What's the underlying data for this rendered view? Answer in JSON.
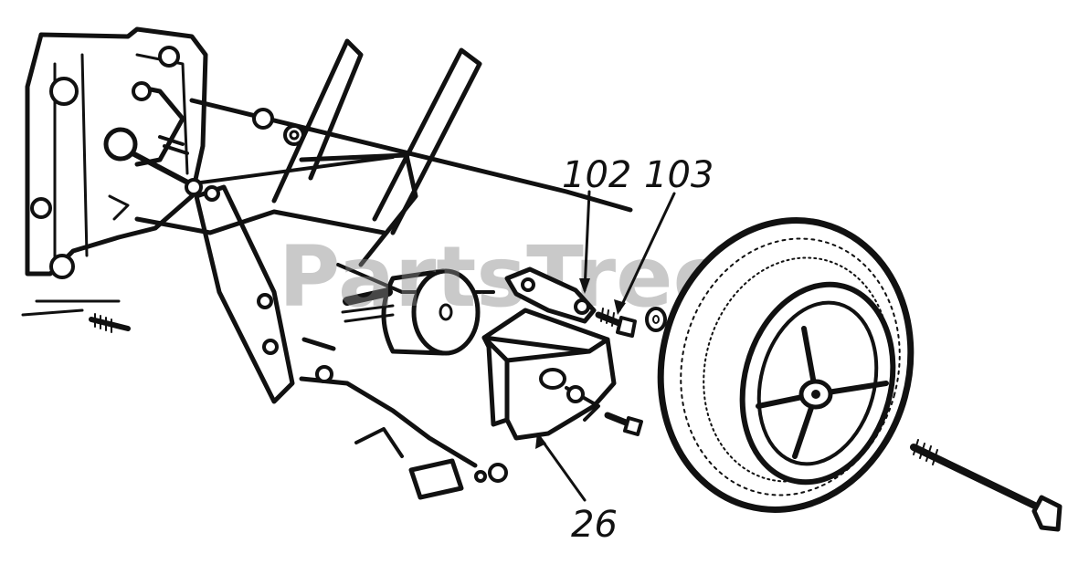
{
  "watermark": "PartsTree",
  "callouts": [
    {
      "id": "c102",
      "label": "102"
    },
    {
      "id": "c103",
      "label": "103"
    },
    {
      "id": "c26",
      "label": "26"
    }
  ]
}
